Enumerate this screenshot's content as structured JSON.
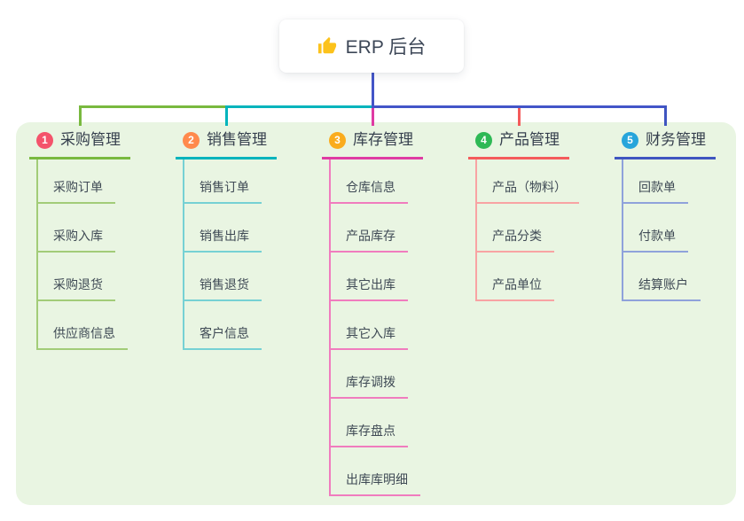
{
  "page": {
    "background": "#ffffff",
    "panel_bg": "#E9F5E2"
  },
  "root": {
    "label": "ERP 后台",
    "icon": "thumbs-up",
    "icon_color": "#FCC21B",
    "stem_color": "#4355C8"
  },
  "branches": [
    {
      "num": "1",
      "label": "采购管理",
      "badge_color": "#F4536B",
      "line_color": "#79B93F",
      "child_line_color": "#A2CC78",
      "children": [
        "采购订单",
        "采购入库",
        "采购退货",
        "供应商信息"
      ]
    },
    {
      "num": "2",
      "label": "销售管理",
      "badge_color": "#FF8A4C",
      "line_color": "#00B4BC",
      "child_line_color": "#76D1D4",
      "children": [
        "销售订单",
        "销售出库",
        "销售退货",
        "客户信息"
      ]
    },
    {
      "num": "3",
      "label": "库存管理",
      "badge_color": "#FAAC1D",
      "line_color": "#DF3BA3",
      "child_line_color": "#F07CBE",
      "children": [
        "仓库信息",
        "产品库存",
        "其它出库",
        "其它入库",
        "库存调拨",
        "库存盘点",
        "出库库明细"
      ]
    },
    {
      "num": "4",
      "label": "产品管理",
      "badge_color": "#2EB955",
      "line_color": "#F45B5B",
      "child_line_color": "#F8A3A3",
      "children": [
        "产品（物料）",
        "产品分类",
        "产品单位"
      ]
    },
    {
      "num": "5",
      "label": "财务管理",
      "badge_color": "#27A5DB",
      "line_color": "#3F55C0",
      "child_line_color": "#8FA2DB",
      "children": [
        "回款单",
        "付款单",
        "结算账户"
      ]
    }
  ]
}
